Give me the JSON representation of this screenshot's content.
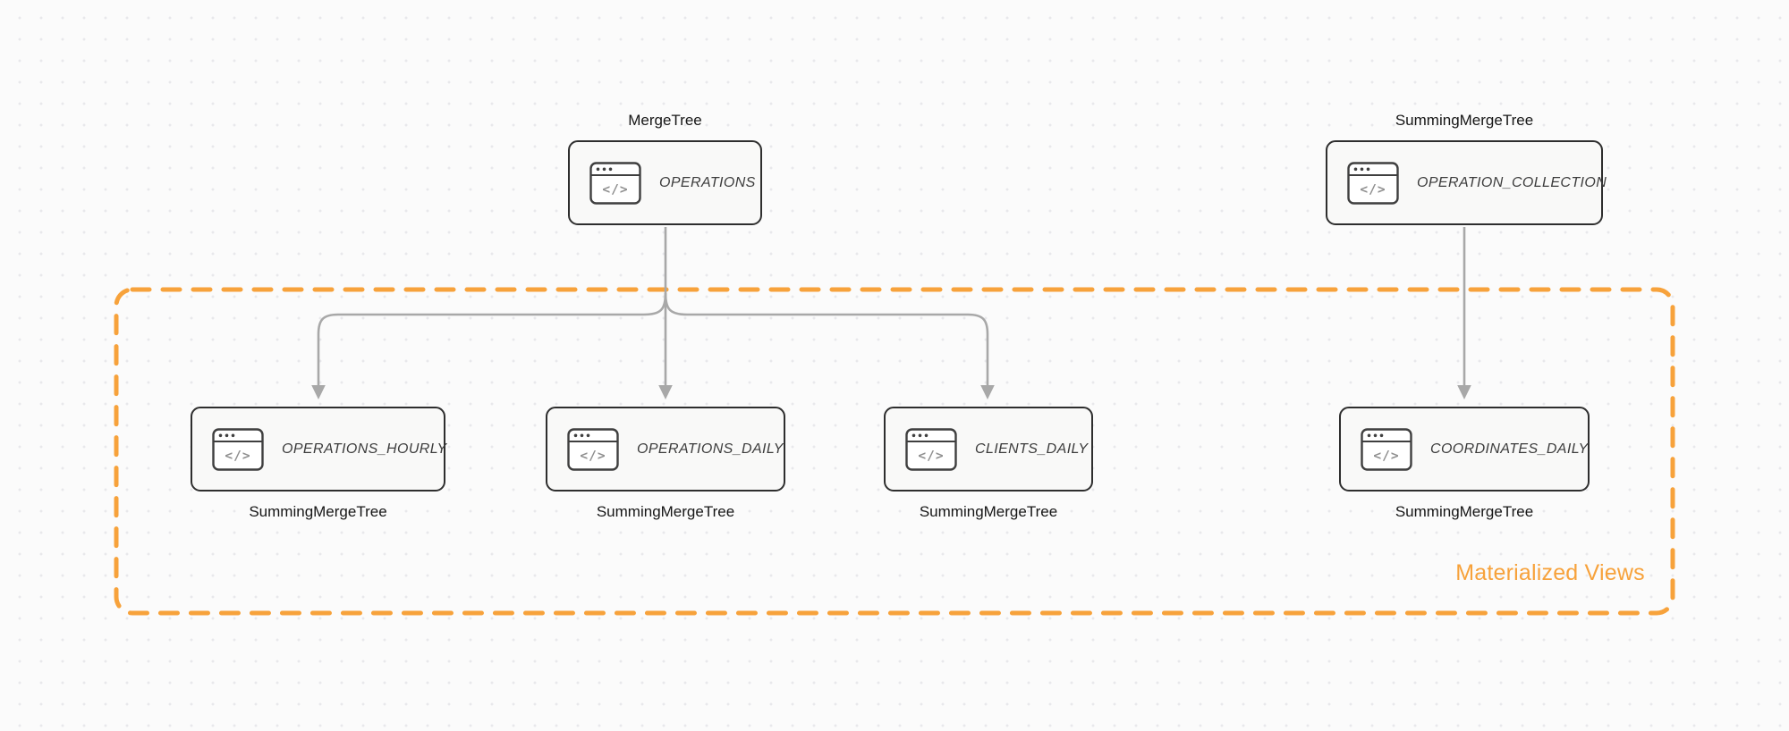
{
  "diagram": {
    "group_label": "Materialized Views",
    "icon_glyph": "</>"
  },
  "colors": {
    "background": "#FBFBFB",
    "dot": "#E8E8EB",
    "orange": "#F7A23B",
    "node_border": "#2E2E2E",
    "node_fill": "#F9F9F8",
    "arrow": "#A8A8A8",
    "label_text": "#161616",
    "node_title_text": "#3C3C3C",
    "icon_stroke": "#3F3F3F",
    "icon_glyph_color": "#8F8F8F"
  },
  "nodes": [
    {
      "name": "OPERATIONS",
      "engine": "MergeTree"
    },
    {
      "name": "OPERATION_COLLECTION",
      "engine": "SummingMergeTree"
    },
    {
      "name": "OPERATIONS_HOURLY",
      "engine": "SummingMergeTree"
    },
    {
      "name": "OPERATIONS_DAILY",
      "engine": "SummingMergeTree"
    },
    {
      "name": "CLIENTS_DAILY",
      "engine": "SummingMergeTree"
    },
    {
      "name": "COORDINATES_DAILY",
      "engine": "SummingMergeTree"
    }
  ]
}
